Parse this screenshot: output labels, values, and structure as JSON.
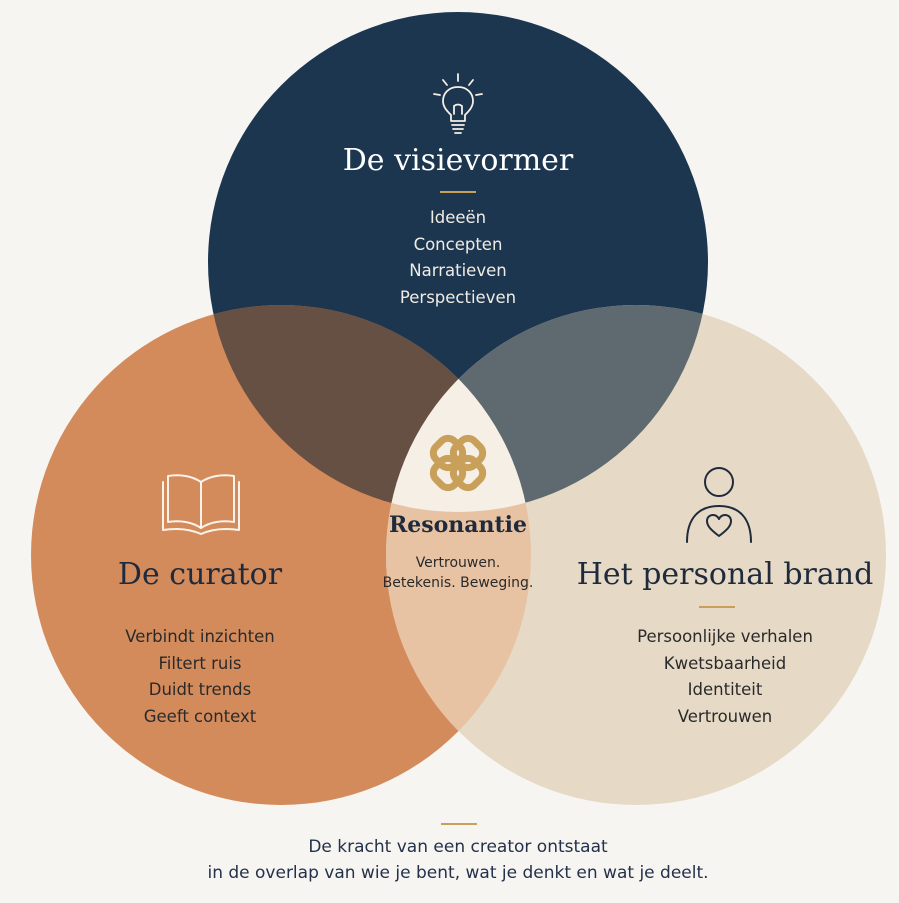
{
  "colors": {
    "background": "#f7f5f1",
    "navy": "#1c3650",
    "orange": "#d38b5c",
    "beige": "#e6dac6",
    "navy_orange_overlap": "#665044",
    "navy_beige_overlap": "#5f6970",
    "orange_beige_overlap": "#e7c3a3",
    "center": "#f5efe6",
    "gold_accent": "#c9a05a",
    "dark_text": "#1f2b3c"
  },
  "visionary": {
    "icon": "lightbulb-icon",
    "title": "De visievormer",
    "items": [
      "Ideeën",
      "Concepten",
      "Narratieven",
      "Perspectieven"
    ]
  },
  "curator": {
    "icon": "open-book-icon",
    "title": "De curator",
    "items": [
      "Verbindt inzichten",
      "Filtert ruis",
      "Duidt trends",
      "Geeft context"
    ]
  },
  "brand": {
    "icon": "person-heart-icon",
    "title": "Het personal brand",
    "items": [
      "Persoonlijke verhalen",
      "Kwetsbaarheid",
      "Identiteit",
      "Vertrouwen"
    ]
  },
  "center": {
    "icon": "interlinked-knot-icon",
    "title": "Resonantie",
    "line1": "Vertrouwen.",
    "line2": "Betekenis. Beweging."
  },
  "footer": {
    "line1": "De kracht van een creator ontstaat",
    "line2": "in de overlap van wie je bent, wat je denkt en wat je deelt."
  }
}
